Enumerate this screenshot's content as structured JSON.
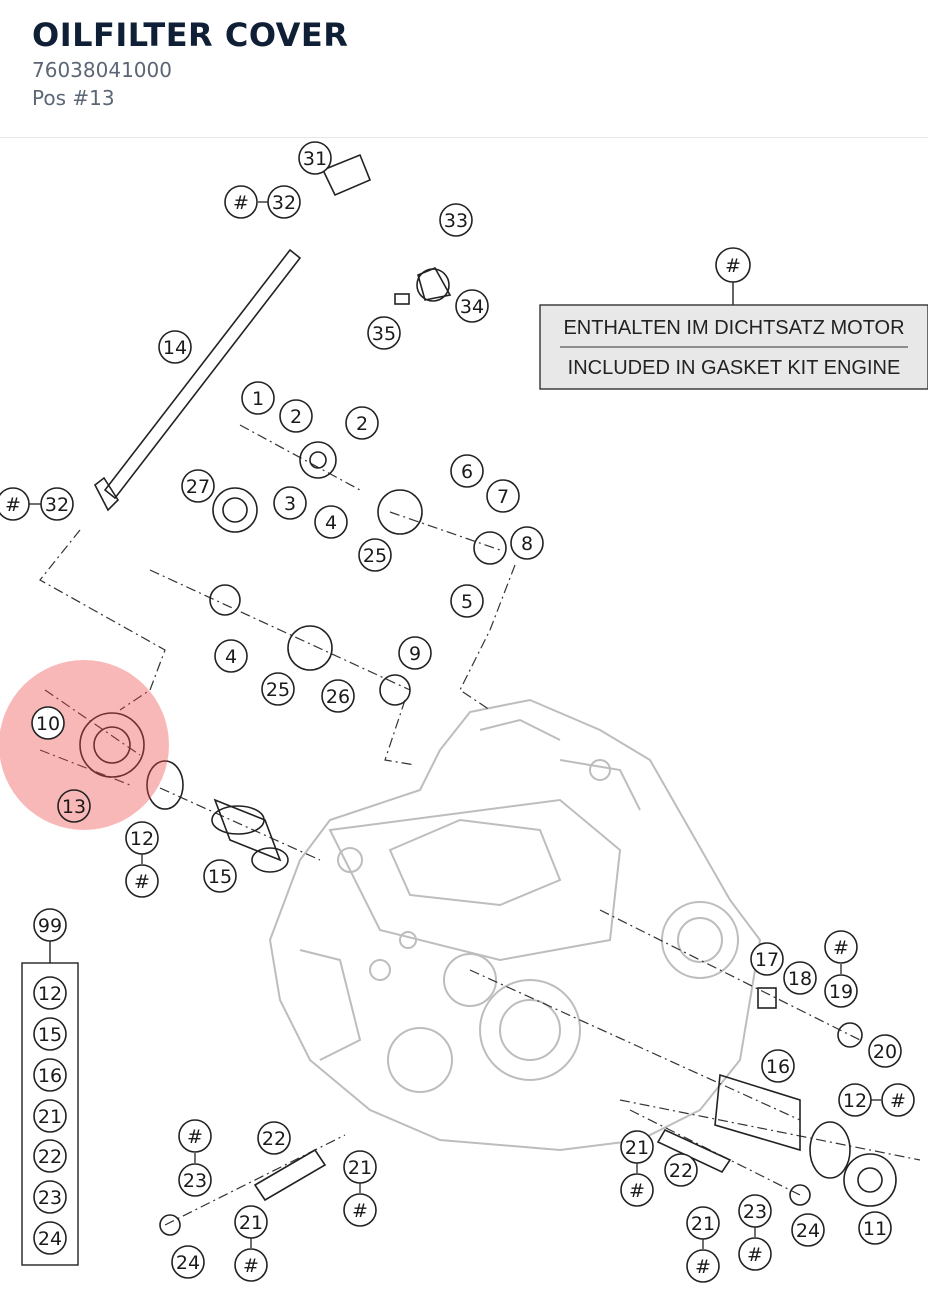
{
  "part": {
    "title": "OILFILTER COVER",
    "number": "76038041000",
    "position": "Pos #13"
  },
  "banner": {
    "marker": "#",
    "line_de": "ENTHALTEN IM DICHTSATZ MOTOR",
    "line_en": "INCLUDED IN GASKET KIT ENGINE"
  },
  "highlight": {
    "callout": "13",
    "color": "#ee4444"
  },
  "kit": {
    "label": "99",
    "items": [
      "12",
      "15",
      "16",
      "21",
      "22",
      "23",
      "24"
    ]
  },
  "callouts": [
    {
      "id": "31",
      "label": "31"
    },
    {
      "id": "32a",
      "label": "32"
    },
    {
      "id": "h32a",
      "label": "#"
    },
    {
      "id": "33",
      "label": "33"
    },
    {
      "id": "34",
      "label": "34"
    },
    {
      "id": "35",
      "label": "35"
    },
    {
      "id": "14",
      "label": "14"
    },
    {
      "id": "1",
      "label": "1"
    },
    {
      "id": "2a",
      "label": "2"
    },
    {
      "id": "2b",
      "label": "2"
    },
    {
      "id": "27",
      "label": "27"
    },
    {
      "id": "3",
      "label": "3"
    },
    {
      "id": "4a",
      "label": "4"
    },
    {
      "id": "6",
      "label": "6"
    },
    {
      "id": "7",
      "label": "7"
    },
    {
      "id": "8",
      "label": "8"
    },
    {
      "id": "25a",
      "label": "25"
    },
    {
      "id": "5",
      "label": "5"
    },
    {
      "id": "32b",
      "label": "32"
    },
    {
      "id": "h32b",
      "label": "#"
    },
    {
      "id": "4b",
      "label": "4"
    },
    {
      "id": "9",
      "label": "9"
    },
    {
      "id": "25b",
      "label": "25"
    },
    {
      "id": "26",
      "label": "26"
    },
    {
      "id": "10",
      "label": "10"
    },
    {
      "id": "13",
      "label": "13"
    },
    {
      "id": "12a",
      "label": "12"
    },
    {
      "id": "h12a",
      "label": "#"
    },
    {
      "id": "15",
      "label": "15"
    },
    {
      "id": "17",
      "label": "17"
    },
    {
      "id": "18",
      "label": "18"
    },
    {
      "id": "h19",
      "label": "#"
    },
    {
      "id": "19",
      "label": "19"
    },
    {
      "id": "20",
      "label": "20"
    },
    {
      "id": "16",
      "label": "16"
    },
    {
      "id": "12b",
      "label": "12"
    },
    {
      "id": "h12b",
      "label": "#"
    },
    {
      "id": "h23a",
      "label": "#"
    },
    {
      "id": "23a",
      "label": "23"
    },
    {
      "id": "22a",
      "label": "22"
    },
    {
      "id": "21a",
      "label": "21"
    },
    {
      "id": "h21a",
      "label": "#"
    },
    {
      "id": "21b",
      "label": "21"
    },
    {
      "id": "h21b",
      "label": "#"
    },
    {
      "id": "24a",
      "label": "24"
    },
    {
      "id": "21c",
      "label": "21"
    },
    {
      "id": "h21c",
      "label": "#"
    },
    {
      "id": "22b",
      "label": "22"
    },
    {
      "id": "21d",
      "label": "21"
    },
    {
      "id": "h21d",
      "label": "#"
    },
    {
      "id": "23b",
      "label": "23"
    },
    {
      "id": "h23b",
      "label": "#"
    },
    {
      "id": "24b",
      "label": "24"
    },
    {
      "id": "11",
      "label": "11"
    }
  ]
}
